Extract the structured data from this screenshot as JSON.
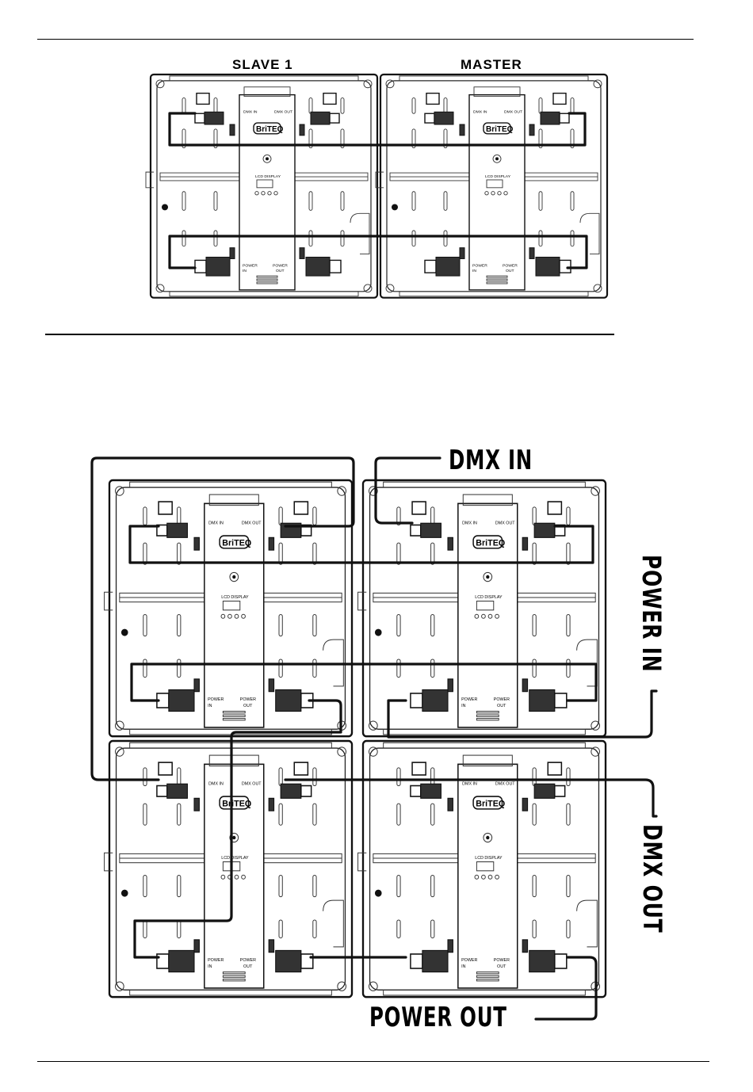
{
  "top_diagram": {
    "left_label": "SLAVE 1",
    "right_label": "MASTER"
  },
  "bottom_diagram": {
    "dmx_in_label": "DMX IN",
    "power_in_label": "POWER IN",
    "dmx_out_label": "DMX OUT",
    "power_out_label": "POWER OUT"
  },
  "panel": {
    "brand": "BriTEQ",
    "dmx_in": "DMX IN",
    "dmx_out": "DMX OUT",
    "lcd_display": "LCD DISPLAY",
    "power_in_1": "POWER",
    "power_in_2": "IN",
    "power_out_1": "POWER",
    "power_out_2": "OUT"
  },
  "colors": {
    "ink": "#111111",
    "paper": "#ffffff"
  }
}
